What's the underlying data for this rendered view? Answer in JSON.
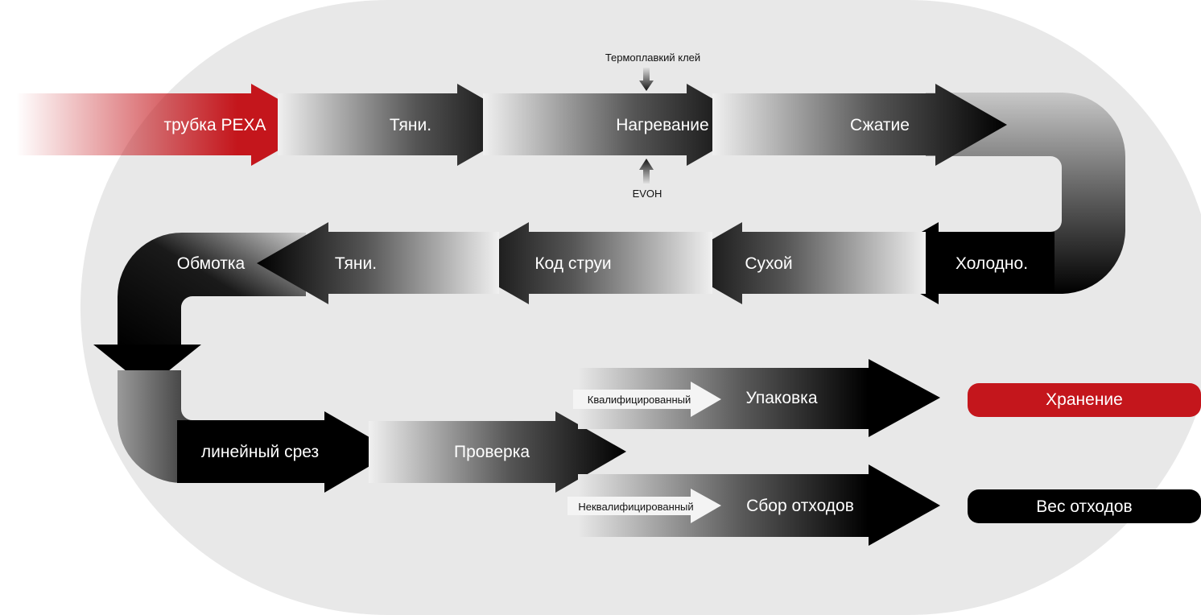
{
  "diagram": {
    "type": "process-flow",
    "colors": {
      "background_oval": "#e8e8e8",
      "accent_red": "#c4161c",
      "arrow_dark": "#000000",
      "text_light": "#ffffff",
      "text_dark": "#111111"
    },
    "row1": {
      "start": "трубка PEXA",
      "steps": [
        "Тяни.",
        "Нагревание",
        "Сжатие"
      ],
      "inputs": {
        "top": "Термоплавкий клей",
        "bottom": "EVOH"
      }
    },
    "row2": {
      "steps": [
        "Холодно.",
        "Сухой",
        "Код струи",
        "Тяни.",
        "Обмотка"
      ]
    },
    "row3": {
      "steps": [
        "линейный срез",
        "Проверка"
      ]
    },
    "branches": [
      {
        "condition": "Квалифицированный",
        "step": "Упаковка",
        "result": "Хранение",
        "result_color": "#c4161c"
      },
      {
        "condition": "Неквалифицированный",
        "step": "Сбор отходов",
        "result": "Вес отходов",
        "result_color": "#000000"
      }
    ]
  }
}
